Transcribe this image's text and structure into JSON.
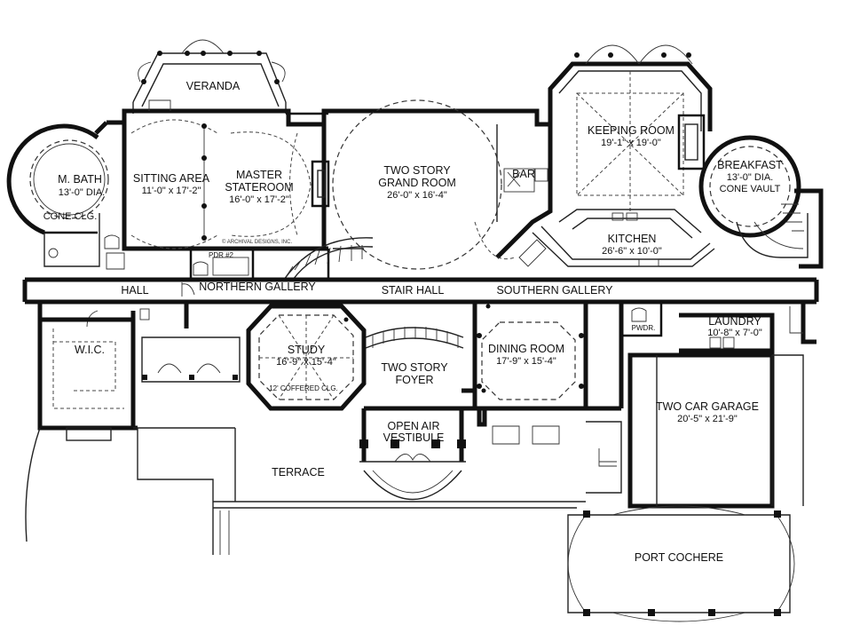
{
  "rooms": {
    "veranda": {
      "name": "VERANDA"
    },
    "m_bath": {
      "name": "M. BATH",
      "dim": "13'-0\" DIA.",
      "note": "CONE CLG."
    },
    "sitting_area": {
      "name": "SITTING AREA",
      "dim": "11'-0\" x 17'-2\""
    },
    "master_stateroom": {
      "name_1": "MASTER",
      "name_2": "STATEROOM",
      "dim": "16'-0\" x 17'-2\""
    },
    "grand_room": {
      "name_1": "TWO STORY",
      "name_2": "GRAND ROOM",
      "dim": "26'-0\" x 16'-4\""
    },
    "bar": {
      "name": "BAR"
    },
    "keeping_room": {
      "name": "KEEPING ROOM",
      "dim": "19'-1\" x 19'-0\""
    },
    "breakfast": {
      "name": "BREAKFAST",
      "dim": "13'-0\" DIA.",
      "note": "CONE VAULT"
    },
    "kitchen": {
      "name": "KITCHEN",
      "dim": "26'-6\" x 10'-0\""
    },
    "pdr2": {
      "name": "PDR #2"
    },
    "hall": {
      "name": "HALL"
    },
    "northern_gallery": {
      "name": "NORTHERN GALLERY"
    },
    "stair_hall": {
      "name": "STAIR HALL"
    },
    "southern_gallery": {
      "name": "SOUTHERN GALLERY"
    },
    "wic": {
      "name": "W.I.C."
    },
    "study": {
      "name": "STUDY",
      "dim": "16'-9\" x 15'-4\"",
      "note": "12' COFFERED CLG."
    },
    "foyer": {
      "name_1": "TWO STORY",
      "name_2": "FOYER"
    },
    "dining_room": {
      "name": "DINING ROOM",
      "dim": "17'-9\" x 15'-4\""
    },
    "pwdr": {
      "name": "PWDR."
    },
    "laundry": {
      "name": "LAUNDRY",
      "dim": "10'-8\" x 7'-0\""
    },
    "garage": {
      "name": "TWO CAR GARAGE",
      "dim": "20'-5\" x 21'-9\""
    },
    "vestibule": {
      "name_1": "OPEN AIR",
      "name_2": "VESTIBULE"
    },
    "terrace": {
      "name": "TERRACE"
    },
    "port_cochere": {
      "name": "PORT COCHERE"
    }
  },
  "copyright": "© ARCHIVAL DESIGNS, INC."
}
